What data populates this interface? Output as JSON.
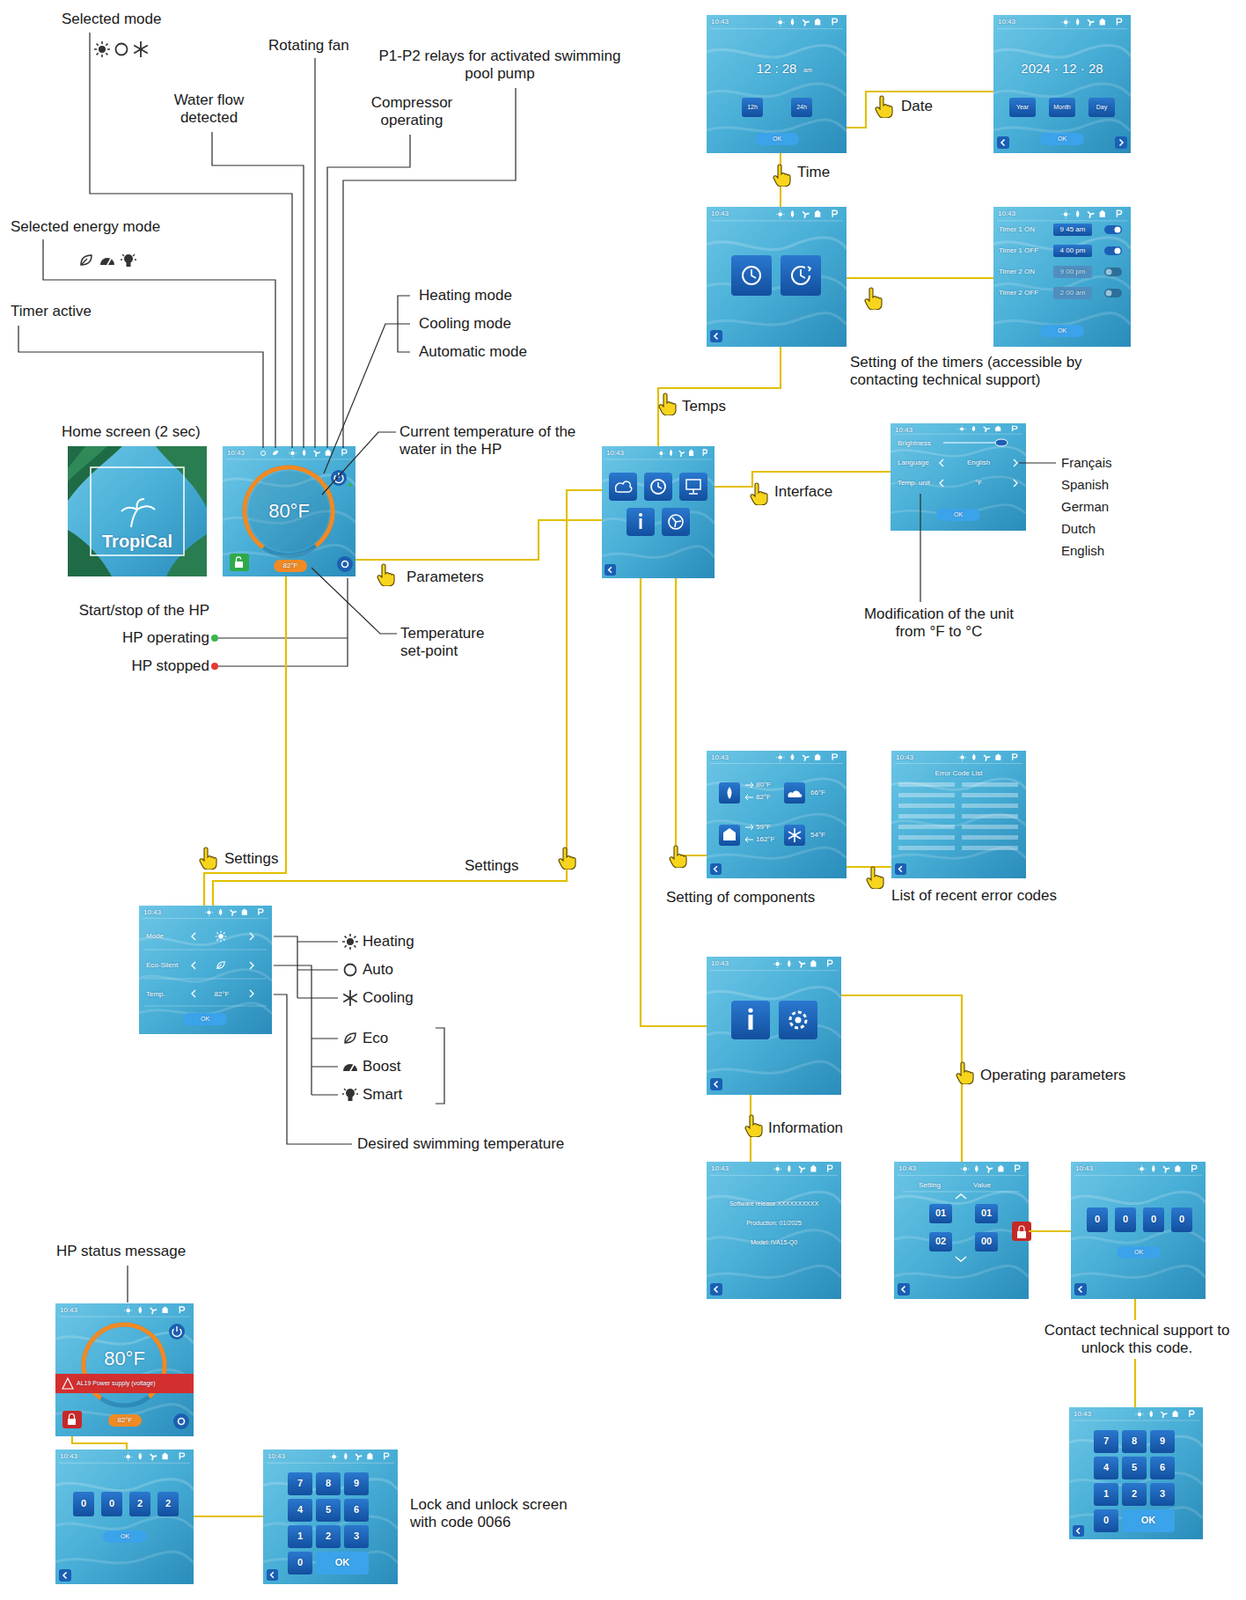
{
  "diagram": {
    "nodes": [
      {
        "text": [
          "Home screen (2 sec)",
          "TropiCal"
        ]
      },
      {
        "text": [
          "10:43",
          "80°F",
          "82°F"
        ]
      },
      {
        "text": [
          "10:43",
          "12 : 28",
          "am",
          "12h",
          "24h",
          "OK"
        ]
      },
      {
        "text": [
          "10:43",
          "2024 · 12 · 28",
          "Year",
          "Month",
          "Day",
          "OK"
        ]
      },
      {
        "text": [
          "10:43"
        ]
      },
      {
        "text": [
          "10:43",
          "Timer 1 ON",
          "9 45 am",
          "Timer 1 OFF",
          "4 00 pm",
          "Timer 2 ON",
          "9 00 pm",
          "Timer 2 OFF",
          "2 00 am",
          "OK"
        ]
      },
      {
        "text": [
          "10:43"
        ]
      },
      {
        "text": [
          "10:43",
          "Brightness",
          "Language",
          "English",
          "Temp. unit",
          "°F",
          "OK"
        ]
      },
      {
        "text": [
          "10:43",
          "80°F",
          "82°F",
          "66°F",
          "59°F",
          "162°F",
          "54°F"
        ]
      },
      {
        "text": [
          "10:43",
          "Error Code List"
        ]
      },
      {
        "text": [
          "10:43"
        ]
      },
      {
        "text": [
          "10:43",
          "Software release:XXXXXXXXXX",
          "Production: 01/2025",
          "Model: IVA15-Q0"
        ]
      },
      {
        "text": [
          "10:43",
          "Setting",
          "Value",
          "01",
          "01",
          "02",
          "00"
        ]
      },
      {
        "text": [
          "10:43",
          "0",
          "0",
          "0",
          "0",
          "OK"
        ]
      },
      {
        "text": [
          "10:43",
          "7",
          "8",
          "9",
          "4",
          "5",
          "6",
          "1",
          "2",
          "3",
          "0",
          "OK"
        ]
      },
      {
        "text": [
          "10:43",
          "Mode",
          "Eco-Silent",
          "Temp.",
          "82°F",
          "OK"
        ]
      },
      {
        "text": [
          "10:43",
          "80°F",
          "AL19 Power supply (voltage)",
          "82°F"
        ]
      },
      {
        "text": [
          "10:43",
          "0",
          "0",
          "2",
          "2",
          "OK"
        ]
      },
      {
        "text": [
          "10:43",
          "7",
          "8",
          "9",
          "4",
          "5",
          "6",
          "1",
          "2",
          "3",
          "0",
          "OK"
        ]
      }
    ],
    "edges": [
      {
        "from": 1,
        "to": 15,
        "arrow": "none",
        "label": "Settings"
      },
      {
        "from": 1,
        "to": 6,
        "arrow": "none",
        "label": "Parameters"
      },
      {
        "from": 6,
        "to": 15,
        "arrow": "none",
        "label": "Settings"
      },
      {
        "from": 6,
        "to": 4,
        "arrow": "none",
        "label": "Temps"
      },
      {
        "from": 4,
        "to": 2,
        "arrow": "none",
        "label": "Time"
      },
      {
        "from": 2,
        "to": 3,
        "arrow": "none",
        "label": "Date"
      },
      {
        "from": 4,
        "to": 5,
        "arrow": "none",
        "label": "Setting of the timers (accessible by contacting technical support)"
      },
      {
        "from": 6,
        "to": 7,
        "arrow": "none",
        "label": "Interface"
      },
      {
        "from": 6,
        "to": 8,
        "arrow": "none",
        "label": "Setting of components"
      },
      {
        "from": 8,
        "to": 9,
        "arrow": "none",
        "label": "List of recent error codes"
      },
      {
        "from": 6,
        "to": 10,
        "arrow": "none"
      },
      {
        "from": 10,
        "to": 11,
        "arrow": "none",
        "label": "Information"
      },
      {
        "from": 10,
        "to": 12,
        "arrow": "none",
        "label": "Operating parameters"
      },
      {
        "from": 12,
        "to": 13,
        "arrow": "none"
      },
      {
        "from": 13,
        "to": 14,
        "arrow": "none",
        "label": "Contact technical support to unlock this code."
      },
      {
        "from": 16,
        "to": 17,
        "arrow": "none"
      },
      {
        "from": 17,
        "to": 18,
        "arrow": "none"
      }
    ],
    "labels": [
      "Selected mode",
      "Rotating fan",
      "P1-P2 relays for activated swimming pool pump",
      "Water flow detected",
      "Compressor operating",
      "Selected energy mode",
      "Timer active",
      "Heating mode",
      "Cooling mode",
      "Automatic mode",
      "Current temperature of the water in the HP",
      "Start/stop of the HP",
      "HP operating",
      "HP stopped",
      "Temperature set-point",
      "Heating",
      "Auto",
      "Cooling",
      "Eco",
      "Boost",
      "Smart",
      "Desired swimming temperature",
      "Français",
      "Spanish",
      "German",
      "Dutch",
      "English",
      "Modification of the unit from °F to °C",
      "HP status message",
      "Lock and unlock screen with code 0066"
    ]
  }
}
